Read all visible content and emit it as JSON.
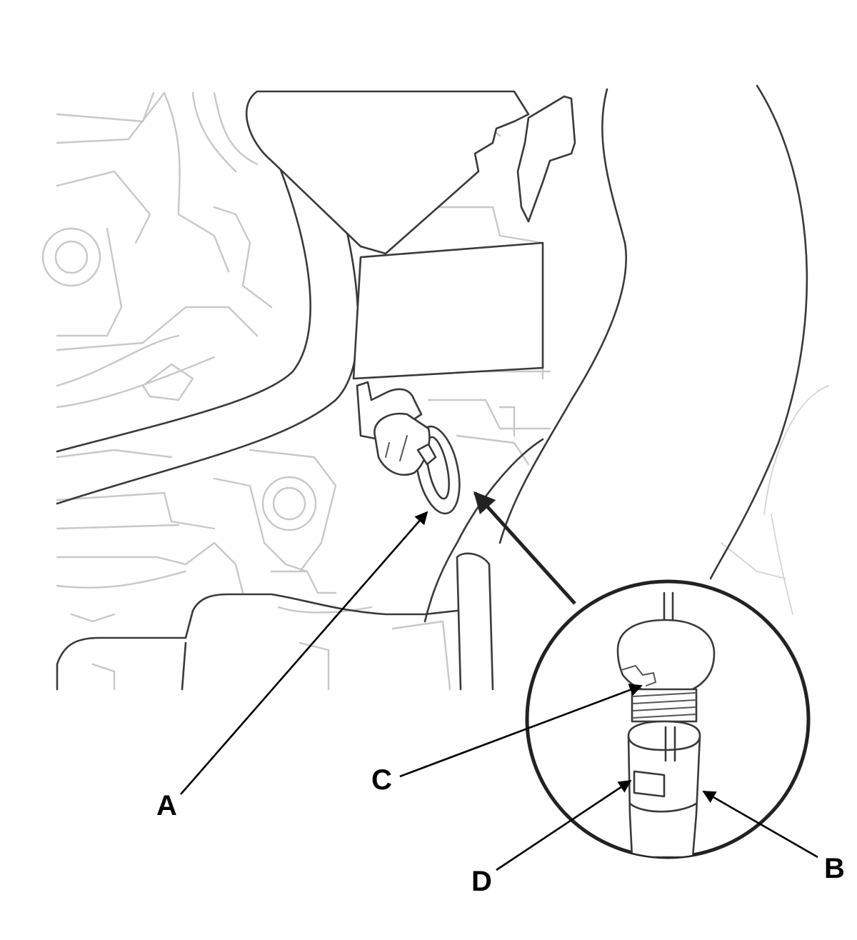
{
  "labels": {
    "a": "A",
    "b": "B",
    "c": "C",
    "d": "D"
  },
  "colors": {
    "line": "#3a3a3a",
    "background_line": "#c8c8c8",
    "text": "#000000"
  }
}
